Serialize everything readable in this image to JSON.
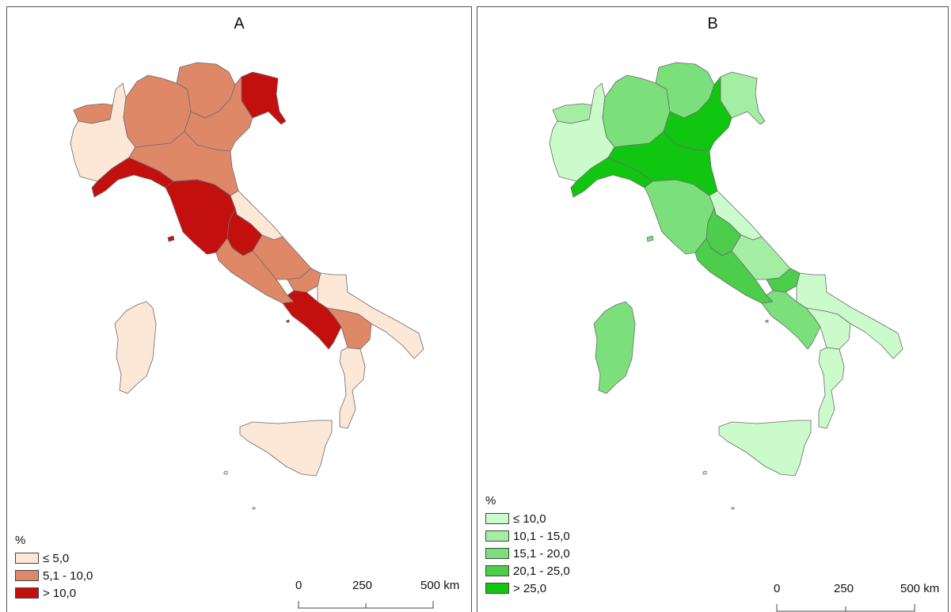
{
  "colors": {
    "a_low": "#fde7d6",
    "a_mid": "#df8868",
    "a_high": "#c40f0f",
    "b_c1": "#cbfbcb",
    "b_c2": "#a3eea3",
    "b_c3": "#7bdf7b",
    "b_c4": "#4ccd4c",
    "b_c5": "#11c611",
    "border": "#6b6b6b"
  },
  "panel_a": {
    "title": "A",
    "legend": {
      "heading": "%",
      "items": [
        {
          "label": "≤ 5,0",
          "color": "#fde7d6"
        },
        {
          "label": "5,1 - 10,0",
          "color": "#df8868"
        },
        {
          "label": "> 10,0",
          "color": "#c40f0f"
        }
      ]
    },
    "scale": {
      "ticks": [
        "0",
        "250",
        "500 km"
      ]
    }
  },
  "panel_b": {
    "title": "B",
    "legend": {
      "heading": "%",
      "items": [
        {
          "label": "≤ 10,0",
          "color": "#cbfbcb"
        },
        {
          "label": "10,1 - 15,0",
          "color": "#a3eea3"
        },
        {
          "label": "15,1 - 20,0",
          "color": "#7bdf7b"
        },
        {
          "label": "20,1 - 25,0",
          "color": "#4ccd4c"
        },
        {
          "label": "> 25,0",
          "color": "#11c611"
        }
      ]
    },
    "scale": {
      "ticks": [
        "0",
        "250",
        "500 km"
      ]
    }
  }
}
